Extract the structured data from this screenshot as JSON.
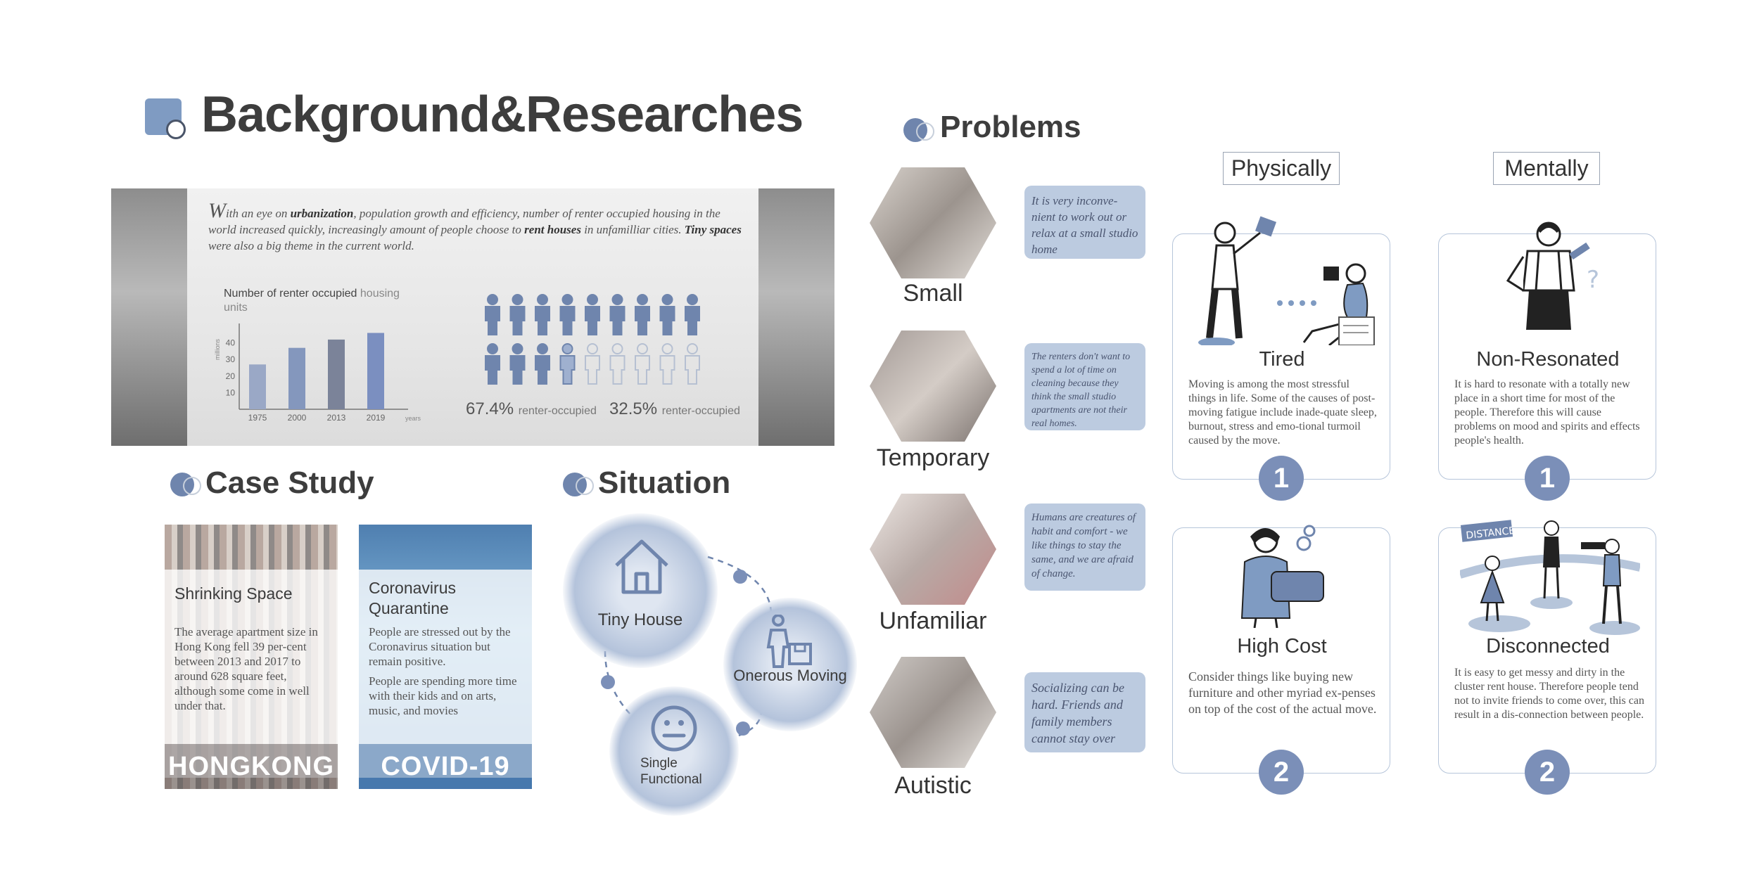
{
  "header": {
    "title": "Background&Researches"
  },
  "research": {
    "intro_initial": "W",
    "intro_1": "ith an eye on ",
    "intro_b1": "urbanization",
    "intro_2": ", population growth and efficiency, number of renter occupied housing in the world increased quickly, increasingly amount of people choose to ",
    "intro_b2": "rent houses",
    "intro_3": " in unfamilliar cities. ",
    "intro_b3": "Tiny spaces",
    "intro_4": " were also a big theme in the current world.",
    "chart_title": "Number of renter occupied",
    "chart_title_unit": "housing units",
    "stat_1_value": "67.4%",
    "stat_1_label": "renter-occupied",
    "stat_2_value": "32.5%",
    "stat_2_label": "renter-occupied"
  },
  "chart_data": {
    "type": "bar",
    "title": "Number of renter occupied housing units",
    "ylabel": "millions",
    "xlabel": "years",
    "categories": [
      "1975",
      "2000",
      "2013",
      "2019"
    ],
    "values": [
      27,
      37,
      42,
      46
    ],
    "yticks": [
      "10",
      "20",
      "30",
      "40"
    ],
    "ylim": [
      0,
      50
    ],
    "colors": [
      "#9aa8c6",
      "#8497bd",
      "#7b8399",
      "#7b8fc0"
    ]
  },
  "people_stats": {
    "filled_fraction": 0.674,
    "total": 18
  },
  "case_study": {
    "title": "Case Study",
    "cards": [
      {
        "title": "Shrinking Space",
        "body": "The average apartment size in Hong Kong fell 39 per-cent between 2013 and 2017 to around 628 square feet, although some come in well under that.",
        "footer": "HONGKONG"
      },
      {
        "title": "Coronavirus Quarantine",
        "body": "People are stressed out by the Coronavirus situation but remain positive.",
        "body2": "People are spending more time with their kids and on arts, music, and movies",
        "footer": "COVID-19"
      }
    ]
  },
  "situation": {
    "title": "Situation",
    "items": [
      {
        "label": "Tiny House",
        "icon": "house-icon"
      },
      {
        "label": "Onerous Moving",
        "icon": "mover-icon"
      },
      {
        "label": "Single Functional",
        "icon": "neutral-face-icon"
      }
    ]
  },
  "problems": {
    "title": "Problems",
    "items": [
      {
        "label": "Small",
        "note": "It is very inconve-nient to work out or relax at a small studio home"
      },
      {
        "label": "Temporary",
        "note": "The renters don't want to spend a lot of time on cleaning because they think the small studio apartments are not their real homes."
      },
      {
        "label": "Unfamiliar",
        "note": "Humans are creatures of habit and comfort - we like things to stay the same, and we are afraid of change."
      },
      {
        "label": "Autistic",
        "note": "Socializing can be hard. Friends and family members cannot stay over"
      }
    ]
  },
  "physically": {
    "title": "Physically",
    "cards": [
      {
        "title": "Tired",
        "body": "Moving is among the most stressful things in life. Some of the causes of post-moving fatigue include inade-quate sleep, burnout, stress and emo-tional turmoil caused by the move.",
        "number": "1"
      },
      {
        "title": "High Cost",
        "body": "Consider things like buying new furniture and other myriad ex-penses on top of the cost of the actual move.",
        "number": "2"
      }
    ]
  },
  "mentally": {
    "title": "Mentally",
    "cards": [
      {
        "title": "Non-Resonated",
        "body": "It is hard to resonate with a totally new place in a short time for most of the people. Therefore this will cause problems on mood and spirits and effects people's health.",
        "number": "1"
      },
      {
        "title": "Disconnected",
        "body": "It is easy to get messy and dirty in the cluster rent house. Therefore people tend not to invite friends to come over, this can result in a dis-connection between people.",
        "number": "2",
        "sign_text": "DISTANCE"
      }
    ]
  }
}
